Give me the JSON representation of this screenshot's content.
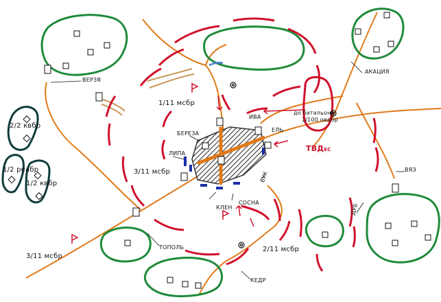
{
  "map": {
    "place_labels": {
      "verya": "ВЕРЗЯ",
      "akatsiya": "АКАЦИЯ",
      "vyaz": "ВЯЗ",
      "dub": "ДУБ",
      "kedr": "КЕДР",
      "topol": "ТОПОЛЬ",
      "sosna": "СОСНА",
      "klen": "КЛЕН",
      "buk": "БУК",
      "liva": "ЛИПА",
      "bereza": "БЕРЕЗА",
      "iva": "ИВА",
      "el": "ЕЛЬ"
    },
    "unit_labels": {
      "msbr_1_11": "1/11 мсбр",
      "msbr_3_11_a": "3/11 мсбр",
      "msbr_3_11_b": "3/11 мсбр",
      "msbr_2_11": "2/11 мсбр",
      "kvbr_2_2": "2/2 квбр",
      "rabr_1_2": "1/2 реабр",
      "kvbr_1_2": "1/2 квбр",
      "batalion": "до батальона",
      "odvbr": "1/100 овдбр",
      "tvd": "ТВД"
    },
    "tvd_sub": "ЕС",
    "colors": {
      "forest_outline": "#1e8a3a",
      "enemy_red": "#d0102a",
      "road_orange": "#e07a1a",
      "town_blue": "#1a2fa8",
      "unit_outline": "#0f3b3a"
    }
  }
}
